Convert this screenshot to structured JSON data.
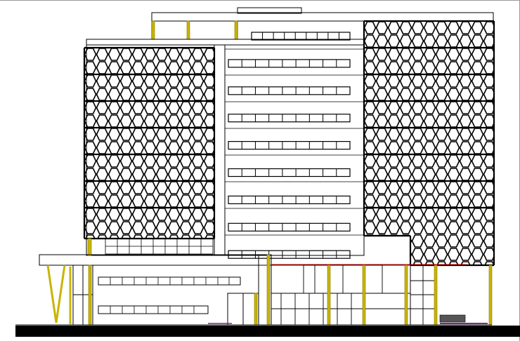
{
  "drawing": {
    "kind": "architectural-elevation",
    "colors": {
      "background": "#ffffff",
      "line": "#000000",
      "column": "#c8b400",
      "ground": "#000000",
      "red_line": "#cc0000",
      "purple_line": "#7a2a8a"
    },
    "central_window_rows": 9,
    "panes_per_central_row": 9,
    "facade_pattern": "hexagonal-screen"
  }
}
